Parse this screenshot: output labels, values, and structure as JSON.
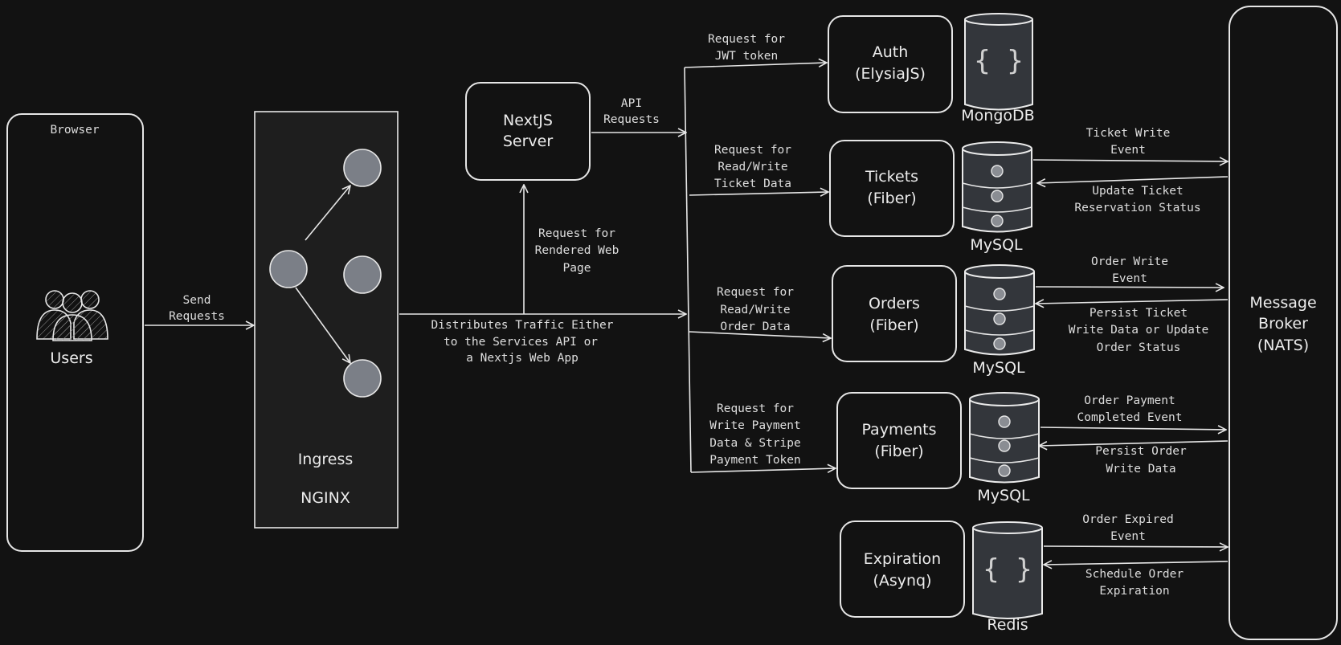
{
  "browser": {
    "title": "Browser",
    "users_label": "Users"
  },
  "send_requests": [
    "Send",
    "Requests"
  ],
  "ingress": {
    "line1": "Ingress",
    "line2": "NGINX"
  },
  "distributes": [
    "Distributes Traffic Either",
    "to the Services API or",
    "a Nextjs Web App"
  ],
  "nextjs": {
    "line1": "NextJS",
    "line2": "Server"
  },
  "rendered_request": [
    "Request for",
    "Rendered Web",
    "Page"
  ],
  "api_requests": [
    "API",
    "Requests"
  ],
  "services": [
    {
      "name": "Auth",
      "framework": "(ElysiaJS)",
      "request": [
        "Request for",
        "JWT token"
      ],
      "db": "MongoDB",
      "db_kind": "document"
    },
    {
      "name": "Tickets",
      "framework": "(Fiber)",
      "request": [
        "Request for",
        "Read/Write",
        "Ticket Data"
      ],
      "db": "MySQL",
      "db_kind": "sql"
    },
    {
      "name": "Orders",
      "framework": "(Fiber)",
      "request": [
        "Request for",
        "Read/Write",
        "Order Data"
      ],
      "db": "MySQL",
      "db_kind": "sql"
    },
    {
      "name": "Payments",
      "framework": "(Fiber)",
      "request": [
        "Request for",
        "Write Payment",
        "Data & Stripe",
        "Payment Token"
      ],
      "db": "MySQL",
      "db_kind": "sql"
    },
    {
      "name": "Expiration",
      "framework": "(Asynq)",
      "request": [],
      "db": "Redis",
      "db_kind": "document"
    }
  ],
  "events": [
    {
      "out": [
        "Ticket Write",
        "Event"
      ],
      "in": [
        "Update Ticket",
        "Reservation Status"
      ]
    },
    {
      "out": [
        "Order Write",
        "Event"
      ],
      "in": [
        "Persist Ticket",
        "Write Data or Update",
        "Order Status"
      ]
    },
    {
      "out": [
        "Order Payment",
        "Completed Event"
      ],
      "in": [
        "Persist Order",
        "Write Data"
      ]
    },
    {
      "out": [
        "Order Expired",
        "Event"
      ],
      "in": [
        "Schedule Order",
        "Expiration"
      ]
    }
  ],
  "broker": {
    "line1": "Message",
    "line2": "Broker",
    "line3": "(NATS)"
  },
  "colors": {
    "background": "#121212",
    "stroke": "#e6e6e6",
    "ingress_fill": "#1e1e1e",
    "node_fill": "#7b7f87",
    "db_fill": "#33363b"
  }
}
